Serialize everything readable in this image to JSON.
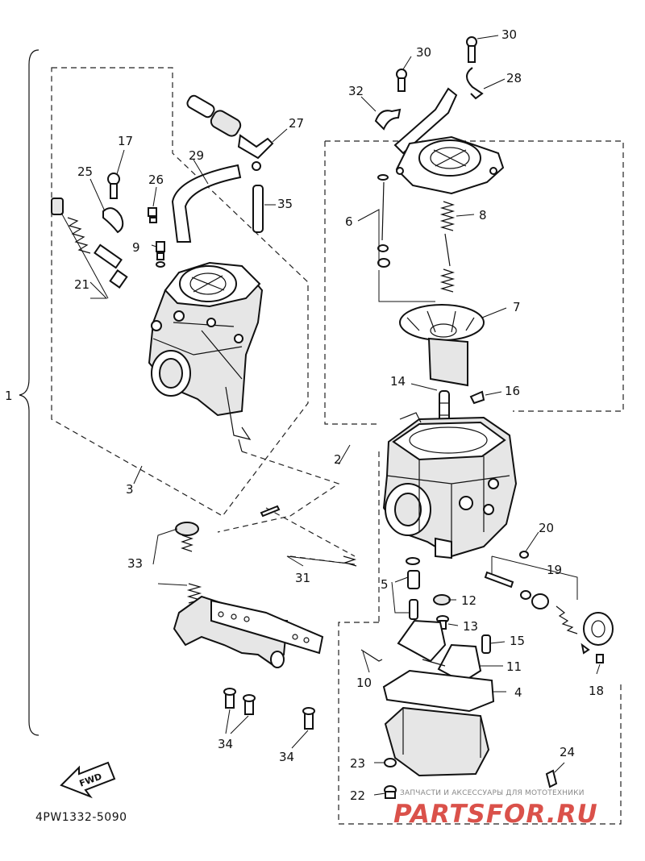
{
  "callouts": {
    "n1": "1",
    "n2": "2",
    "n3": "3",
    "n4": "4",
    "n5": "5",
    "n6": "6",
    "n7": "7",
    "n8": "8",
    "n9": "9",
    "n10": "10",
    "n11": "11",
    "n12": "12",
    "n13": "13",
    "n14": "14",
    "n15": "15",
    "n16": "16",
    "n17": "17",
    "n18": "18",
    "n19": "19",
    "n20": "20",
    "n21": "21",
    "n22": "22",
    "n23": "23",
    "n24": "24",
    "n25": "25",
    "n26": "26",
    "n27": "27",
    "n28": "28",
    "n29": "29",
    "n30a": "30",
    "n30b": "30",
    "n31": "31",
    "n32": "32",
    "n33": "33",
    "n34a": "34",
    "n34b": "34",
    "n35": "35"
  },
  "footer": {
    "code": "4PW1332-5090",
    "fwd": "FWD"
  },
  "watermark": {
    "tagline": "ЗАПЧАСТИ И АКСЕССУАРЫ ДЛЯ МОТОТЕХНИКИ",
    "brand": "PARTSFOR.RU"
  }
}
